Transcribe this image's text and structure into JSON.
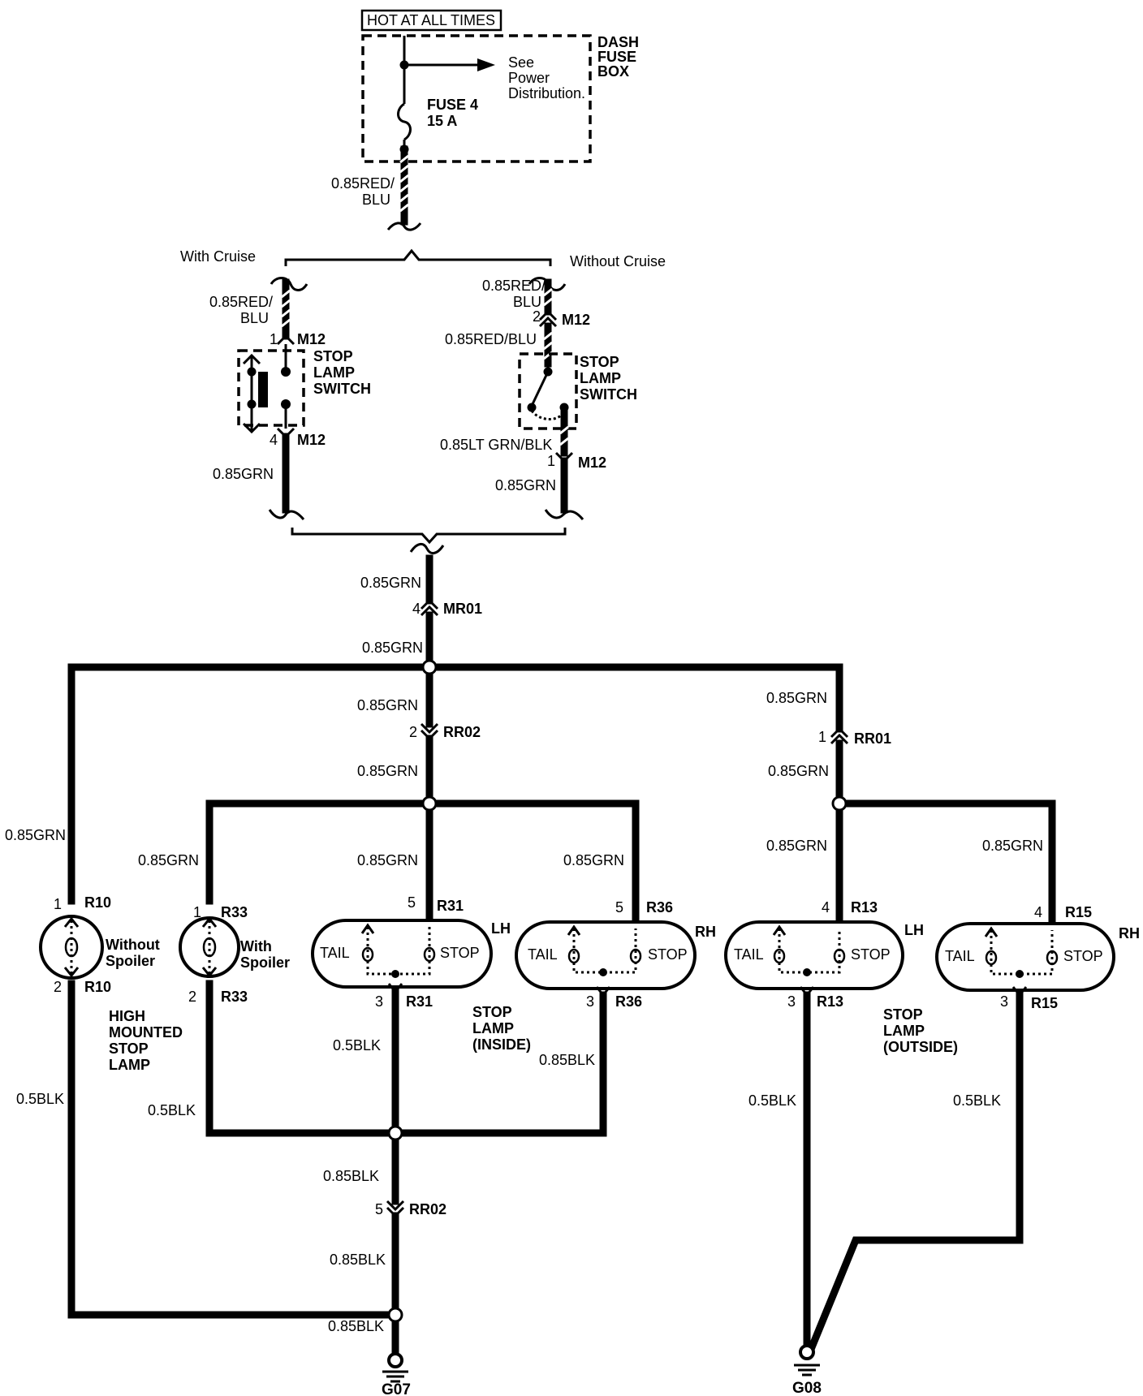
{
  "power": {
    "hot_label": "HOT AT ALL TIMES",
    "fuse_box": [
      "DASH",
      "FUSE",
      "BOX"
    ],
    "see_ref": [
      "See",
      "Power",
      "Distribution."
    ],
    "fuse": [
      "FUSE 4",
      "15 A"
    ]
  },
  "wires": {
    "red_blu_a": "0.85RED/",
    "red_blu_b": "BLU",
    "red_blu_full": "0.85RED/BLU",
    "grn": "0.85GRN",
    "lt_grn_blk": "0.85LT GRN/BLK",
    "blk_05": "0.5BLK",
    "blk_085": "0.85BLK"
  },
  "options": {
    "with_cruise": "With Cruise",
    "without_cruise": "Without Cruise"
  },
  "switch": {
    "label": [
      "STOP",
      "LAMP",
      "SWITCH"
    ]
  },
  "connectors": {
    "m12": "M12",
    "mr01": "MR01",
    "rr02": "RR02",
    "rr01": "RR01",
    "r10": "R10",
    "r33": "R33",
    "r31": "R31",
    "r36": "R36",
    "r13": "R13",
    "r15": "R15"
  },
  "pins": {
    "p1": "1",
    "p2": "2",
    "p3": "3",
    "p4": "4",
    "p5": "5"
  },
  "lamps": {
    "without_spoiler": [
      "Without",
      "Spoiler"
    ],
    "with_spoiler": [
      "With",
      "Spoiler"
    ],
    "high_mounted": [
      "HIGH",
      "MOUNTED",
      "STOP",
      "LAMP"
    ],
    "stop_inside": [
      "STOP",
      "LAMP",
      "(INSIDE)"
    ],
    "stop_outside": [
      "STOP",
      "LAMP",
      "(OUTSIDE)"
    ],
    "tail": "TAIL",
    "stop": "STOP",
    "lh": "LH",
    "rh": "RH"
  },
  "grounds": {
    "g07": "G07",
    "g08": "G08"
  },
  "icons": [
    "fuse-icon",
    "arrow-right-icon",
    "switch-icon",
    "bulb-icon",
    "ground-icon",
    "connector-icon"
  ]
}
